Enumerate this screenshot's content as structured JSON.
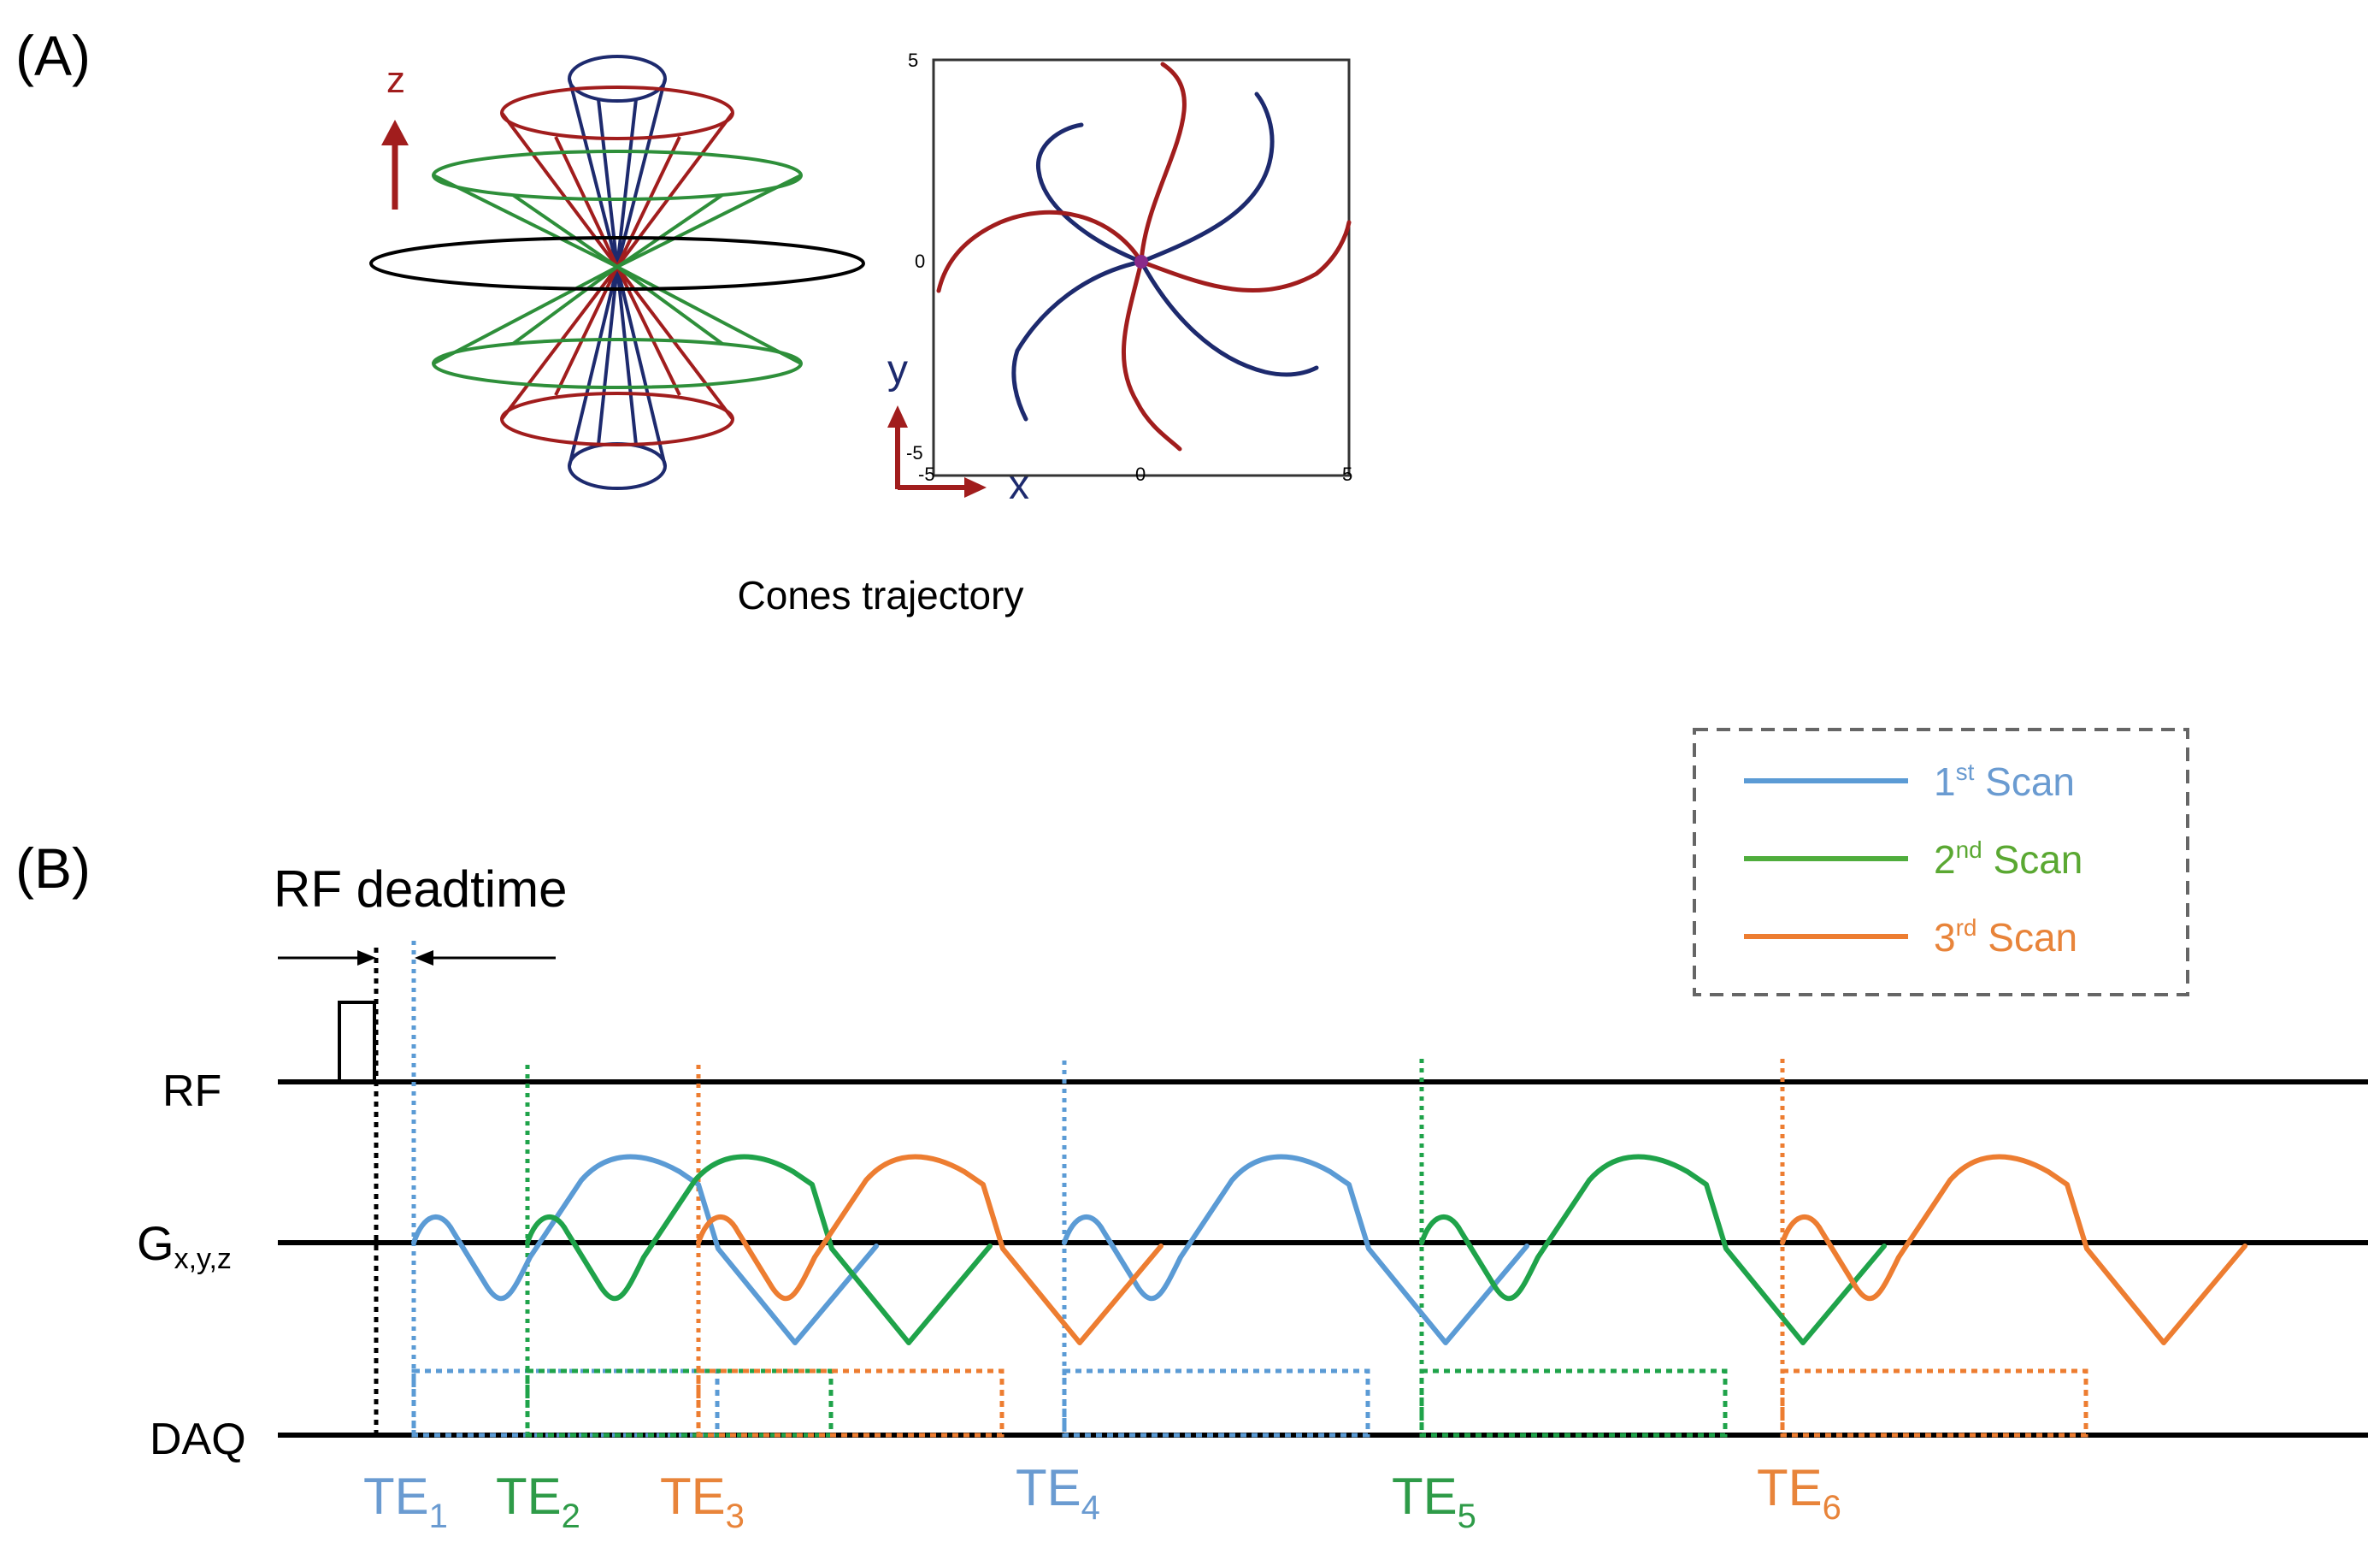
{
  "panel_a": {
    "label": "(A)",
    "caption": "Cones trajectory",
    "z_axis_label": "z",
    "xy_plot": {
      "x_label": "x",
      "y_label": "y",
      "x_ticks": [
        "-5",
        "0",
        "5"
      ],
      "y_ticks": [
        "5",
        "0",
        "-5"
      ],
      "range": [
        -5,
        5
      ]
    }
  },
  "panel_b": {
    "label": "(B)",
    "rf_deadtime_label": "RF deadtime",
    "rows": {
      "rf": "RF",
      "g_main": "G",
      "g_sub": "x,y,z",
      "daq": "DAQ"
    },
    "te_labels": [
      {
        "main": "TE",
        "sub": "1",
        "color": "#6a9bd1"
      },
      {
        "main": "TE",
        "sub": "2",
        "color": "#2e9b48"
      },
      {
        "main": "TE",
        "sub": "3",
        "color": "#e8843a"
      },
      {
        "main": "TE",
        "sub": "4",
        "color": "#6a9bd1"
      },
      {
        "main": "TE",
        "sub": "5",
        "color": "#2e9b48"
      },
      {
        "main": "TE",
        "sub": "6",
        "color": "#e8843a"
      }
    ],
    "legend": [
      {
        "num": "1",
        "sup": "st",
        "text": " Scan",
        "color": "#6a9bd1",
        "line_color": "#5b9bd5"
      },
      {
        "num": "2",
        "sup": "nd",
        "text": " Scan",
        "color": "#5aa832",
        "line_color": "#4fad3c"
      },
      {
        "num": "3",
        "sup": "rd",
        "text": " Scan",
        "color": "#e8843a",
        "line_color": "#ed7d31"
      }
    ]
  },
  "colors": {
    "blue": "#5b9bd5",
    "green": "#1fa34a",
    "orange": "#ed7d31",
    "dark_red": "#a11d1d",
    "navy": "#1d2a6e",
    "cone_green": "#2e8f3a"
  }
}
